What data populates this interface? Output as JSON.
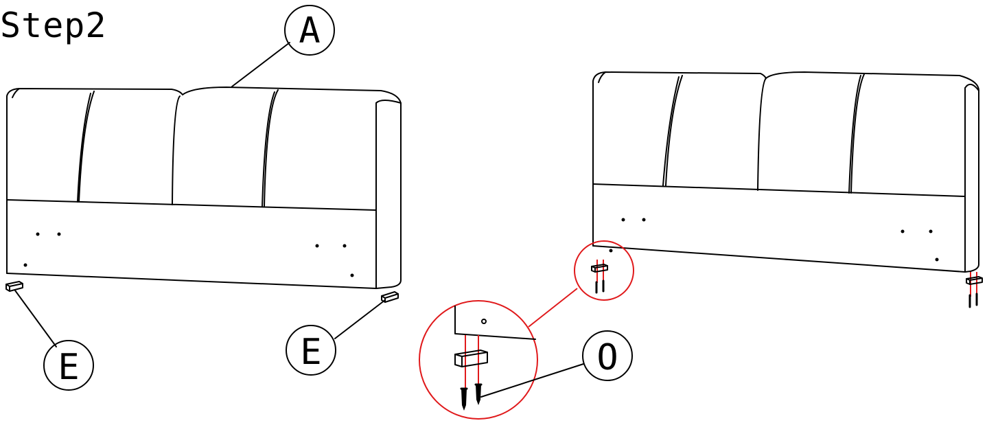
{
  "step": {
    "title": "Step2"
  },
  "callouts": {
    "part_a": "A",
    "part_e_left": "E",
    "part_e_right": "E",
    "part_o": "O"
  },
  "colors": {
    "line": "#000000",
    "detail": "#e0191b"
  },
  "icons": [
    "headboard-left",
    "headboard-right",
    "foot-block",
    "screw",
    "detail-magnifier"
  ]
}
